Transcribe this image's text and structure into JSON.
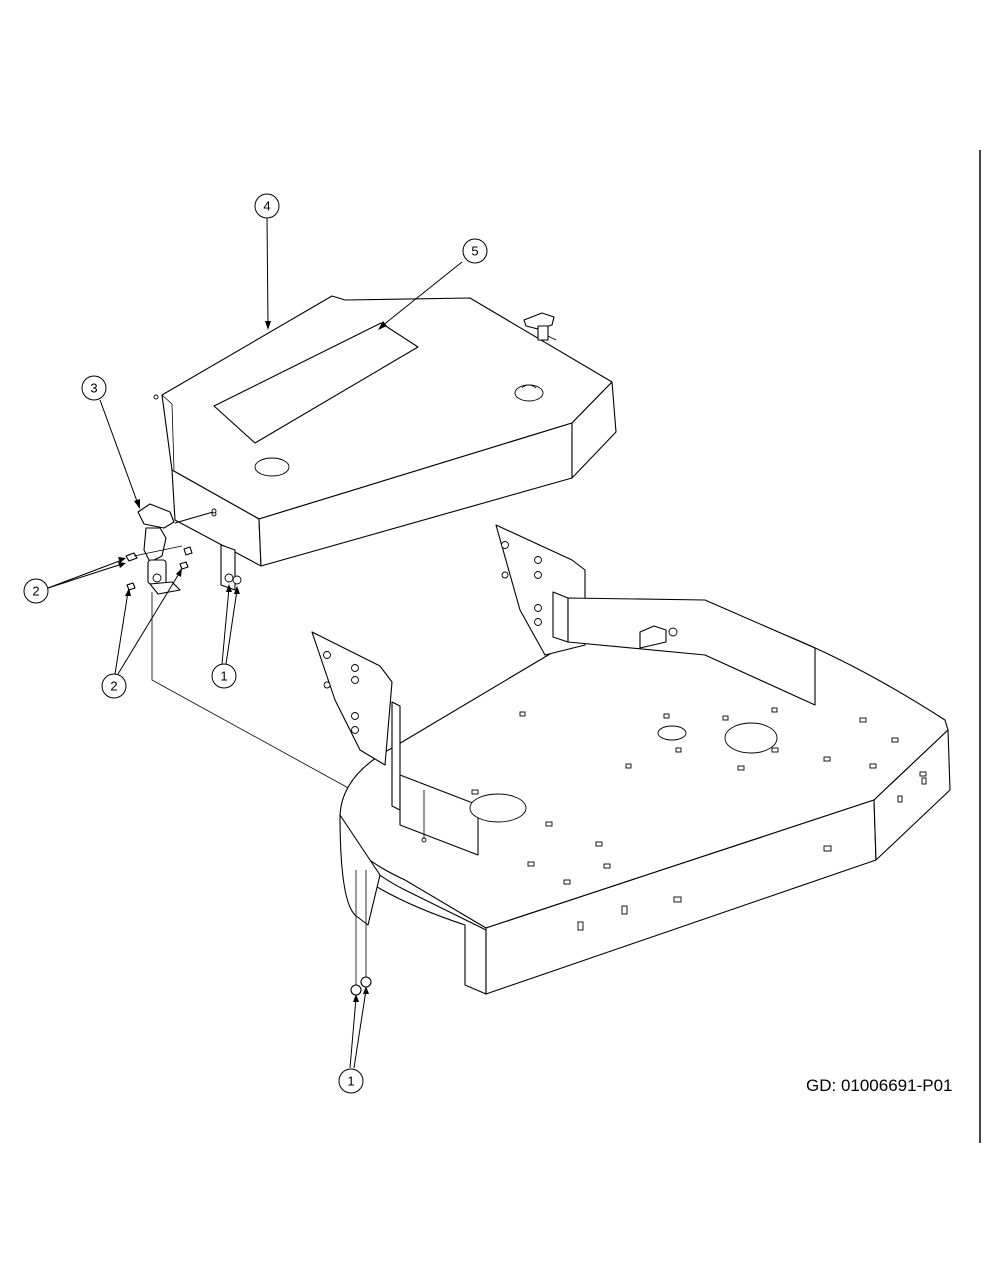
{
  "drawing_id": "GD: 01006691-P01",
  "colors": {
    "line": "#000000",
    "background": "#ffffff"
  },
  "callouts": [
    {
      "id": "callout-4",
      "label": "4"
    },
    {
      "id": "callout-5",
      "label": "5"
    },
    {
      "id": "callout-3",
      "label": "3"
    },
    {
      "id": "callout-2a",
      "label": "2"
    },
    {
      "id": "callout-2b",
      "label": "2"
    },
    {
      "id": "callout-1a",
      "label": "1"
    },
    {
      "id": "callout-1b",
      "label": "1"
    }
  ]
}
